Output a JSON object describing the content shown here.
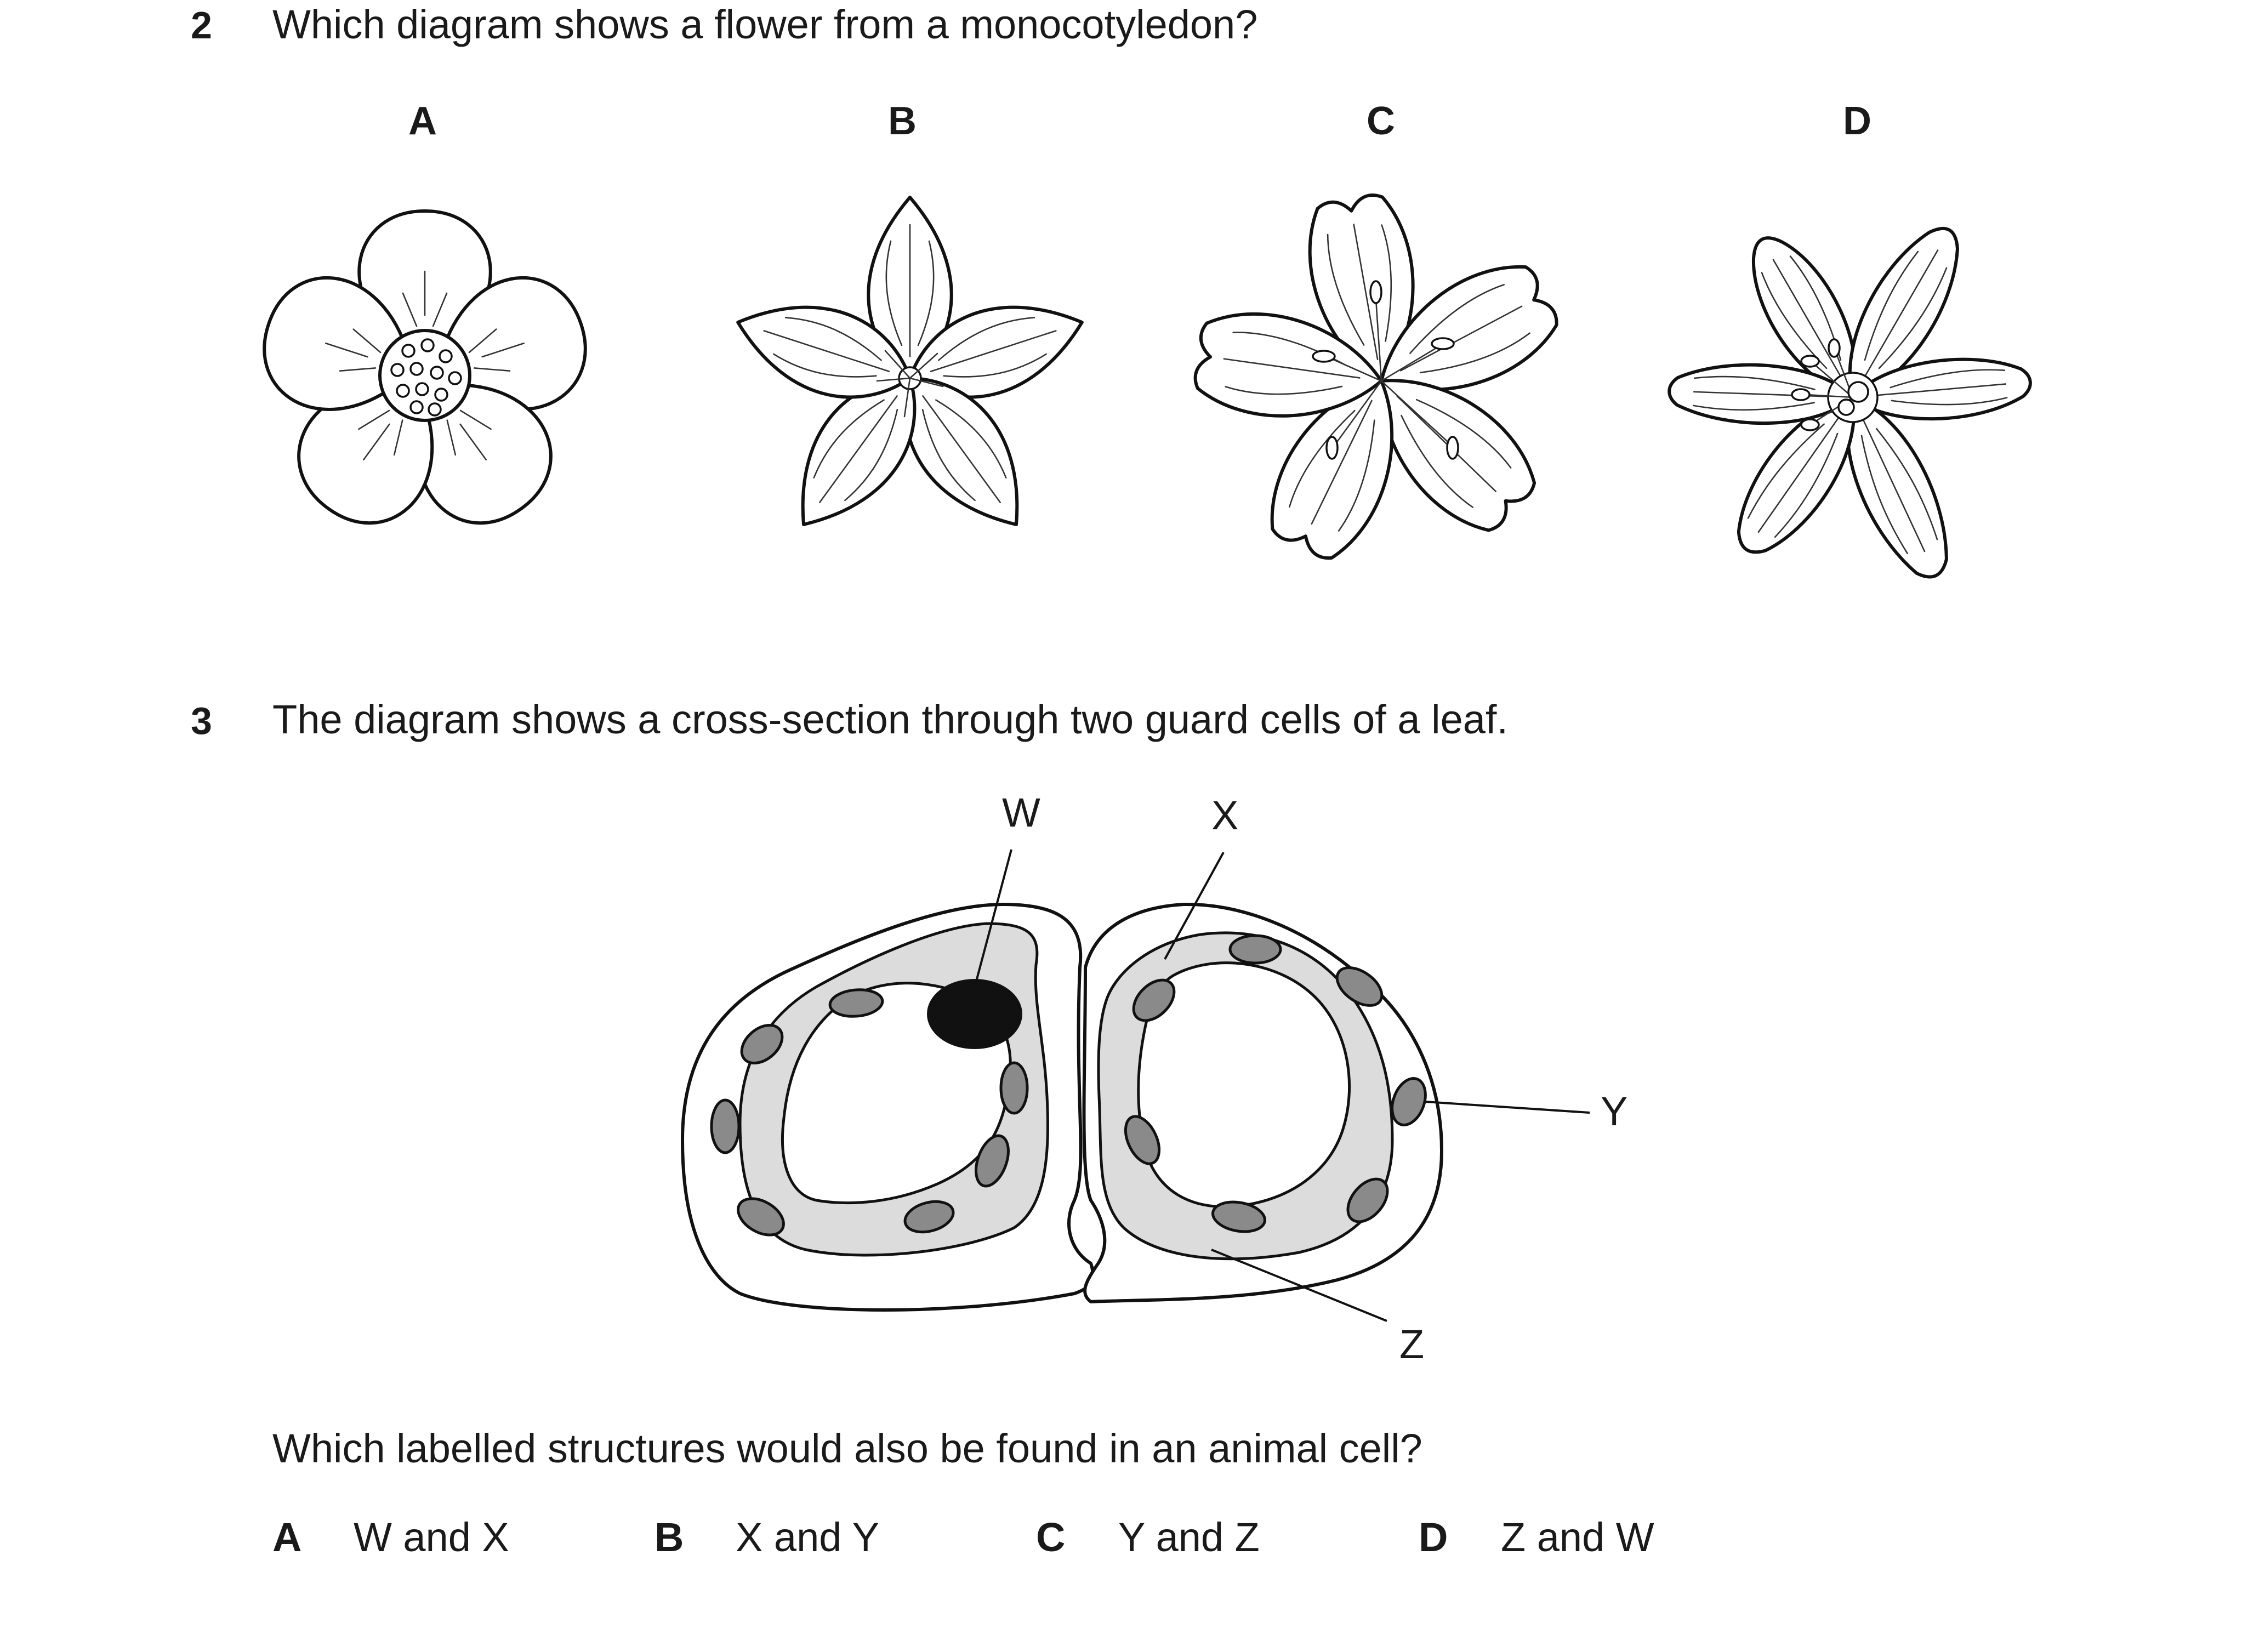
{
  "q2": {
    "number": "2",
    "text": "Which diagram shows a flower from a monocotyledon?",
    "flowers": [
      {
        "label": "A"
      },
      {
        "label": "B"
      },
      {
        "label": "C"
      },
      {
        "label": "D"
      }
    ]
  },
  "q3": {
    "number": "3",
    "text": "The diagram shows a cross-section through two guard cells of a leaf.",
    "diagram_labels": {
      "w": "W",
      "x": "X",
      "y": "Y",
      "z": "Z"
    },
    "question": "Which labelled structures would also be found in an animal cell?",
    "options": [
      {
        "letter": "A",
        "text": "W and X"
      },
      {
        "letter": "B",
        "text": "X and Y"
      },
      {
        "letter": "C",
        "text": "Y and Z"
      },
      {
        "letter": "D",
        "text": "Z and W"
      }
    ]
  }
}
